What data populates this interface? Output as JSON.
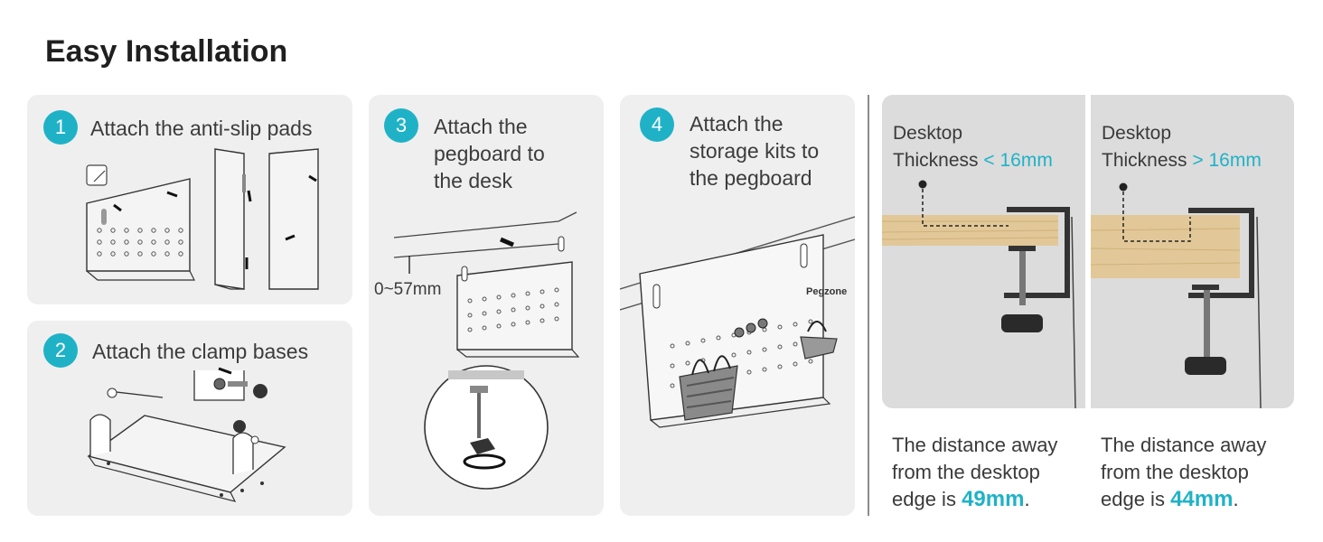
{
  "title": "Easy Installation",
  "steps": [
    {
      "number": "1",
      "text": "Attach the anti-slip pads"
    },
    {
      "number": "2",
      "text": "Attach the clamp bases"
    },
    {
      "number": "3",
      "line1": "Attach the",
      "line2": "pegboard to",
      "line3": "the desk",
      "range": "0~57mm"
    },
    {
      "number": "4",
      "line1": "Attach the",
      "line2": "storage kits to",
      "line3": "the pegboard"
    }
  ],
  "brand_mark": "Pegzone",
  "thickness": [
    {
      "line1": "Desktop",
      "line2": "Thickness",
      "value": "< 16mm",
      "desc1": "The distance away",
      "desc2": "from the desktop",
      "desc3": "edge is",
      "distance": "49mm",
      "period": "."
    },
    {
      "line1": "Desktop",
      "line2": "Thickness",
      "value": "> 16mm",
      "desc1": "The distance away",
      "desc2": "from the desktop",
      "desc3": "edge is",
      "distance": "44mm",
      "period": "."
    }
  ],
  "colors": {
    "accent": "#1fb2c7",
    "card": "#efefef",
    "photo": "#dcdcdc",
    "wood": "#e2c898"
  }
}
